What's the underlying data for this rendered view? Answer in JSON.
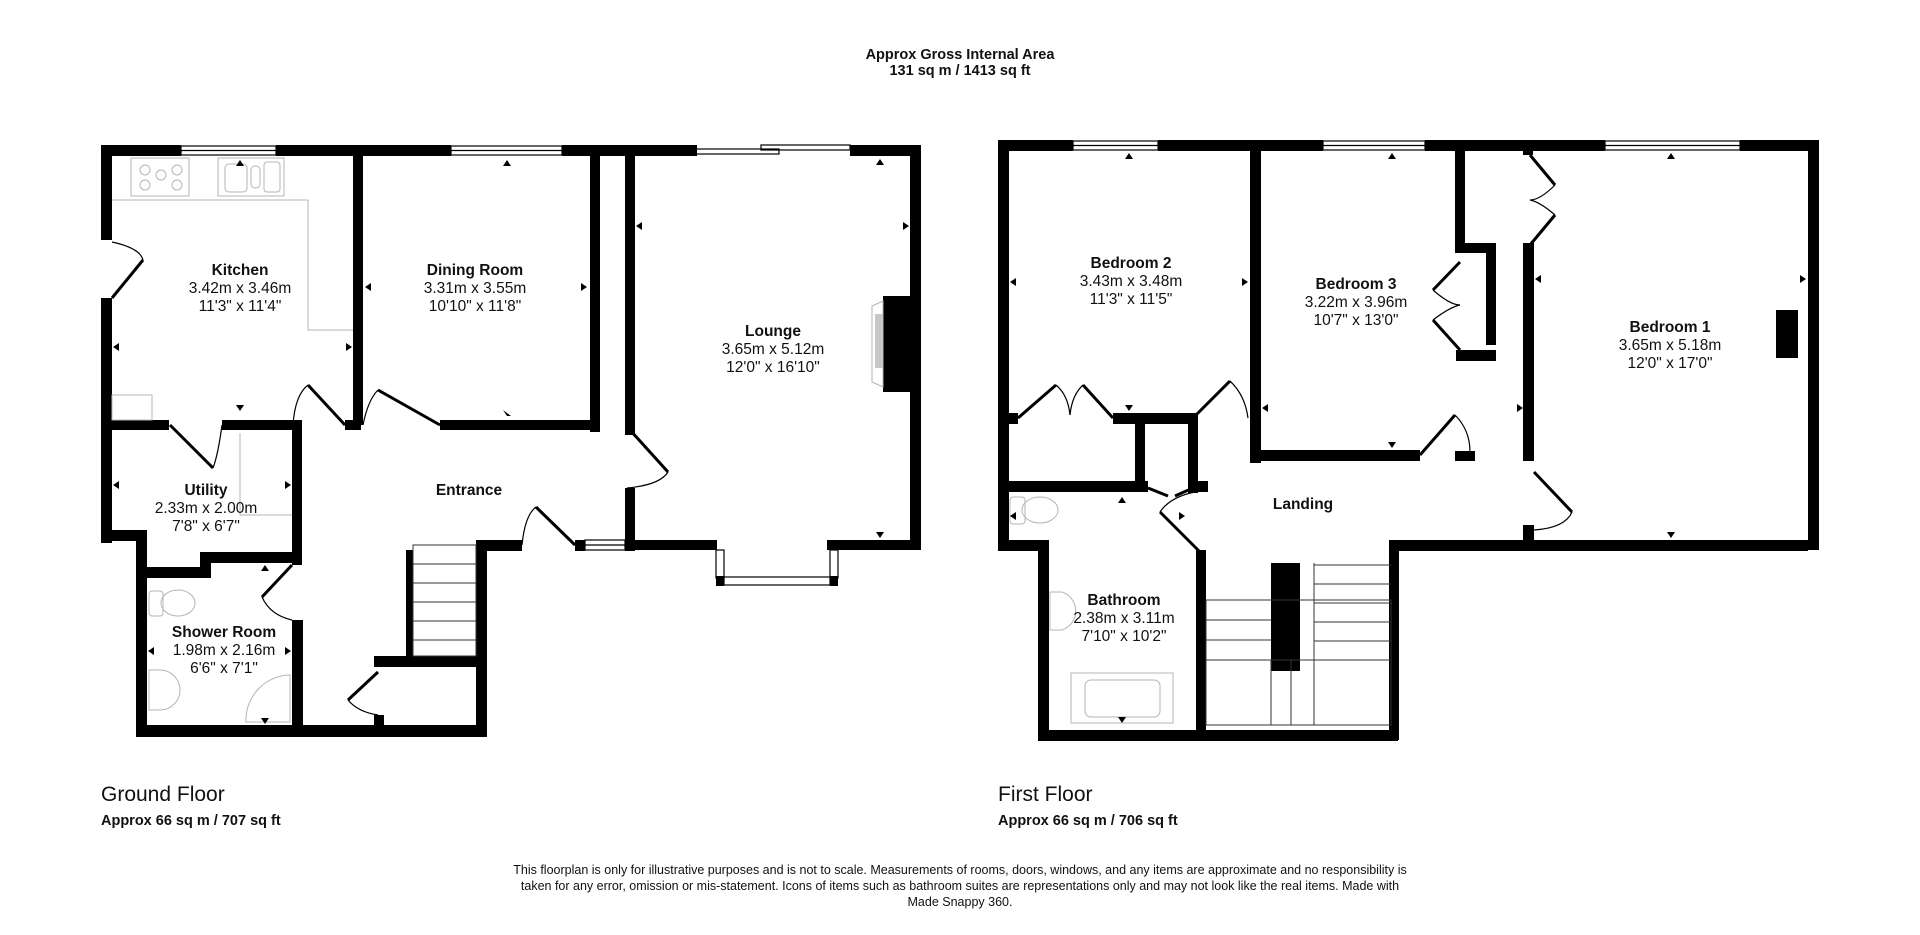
{
  "header": {
    "title_line1": "Approx Gross Internal Area",
    "title_line2": "131 sq m / 1413 sq ft"
  },
  "floors": [
    {
      "name": "Ground Floor",
      "area": "Approx 66 sq m / 707 sq ft",
      "rooms": [
        {
          "name": "Kitchen",
          "metric": "3.42m x 3.46m",
          "imperial": "11'3\" x 11'4\""
        },
        {
          "name": "Dining Room",
          "metric": "3.31m x 3.55m",
          "imperial": "10'10\" x 11'8\""
        },
        {
          "name": "Lounge",
          "metric": "3.65m x 5.12m",
          "imperial": "12'0\" x 16'10\""
        },
        {
          "name": "Utility",
          "metric": "2.33m x 2.00m",
          "imperial": "7'8\" x 6'7\""
        },
        {
          "name": "Shower Room",
          "metric": "1.98m x 2.16m",
          "imperial": "6'6\" x 7'1\""
        },
        {
          "name": "Entrance"
        }
      ]
    },
    {
      "name": "First Floor",
      "area": "Approx 66 sq m / 706 sq ft",
      "rooms": [
        {
          "name": "Bedroom 2",
          "metric": "3.43m x 3.48m",
          "imperial": "11'3\" x 11'5\""
        },
        {
          "name": "Bedroom 3",
          "metric": "3.22m x 3.96m",
          "imperial": "10'7\" x 13'0\""
        },
        {
          "name": "Bedroom 1",
          "metric": "3.65m x 5.18m",
          "imperial": "12'0\" x 17'0\""
        },
        {
          "name": "Bathroom",
          "metric": "2.38m x 3.11m",
          "imperial": "7'10\" x 10'2\""
        },
        {
          "name": "Landing"
        }
      ]
    }
  ],
  "disclaimer": "This floorplan is only for illustrative purposes and is not to scale. Measurements of rooms, doors, windows, and any items are approximate and no responsibility is taken for any error, omission or mis-statement. Icons of items such as bathroom suites are representations only and may not look like the real items. Made with Made Snappy 360.",
  "colors": {
    "wall": "#000000",
    "fixture": "#b5b5b5",
    "background": "#ffffff"
  }
}
